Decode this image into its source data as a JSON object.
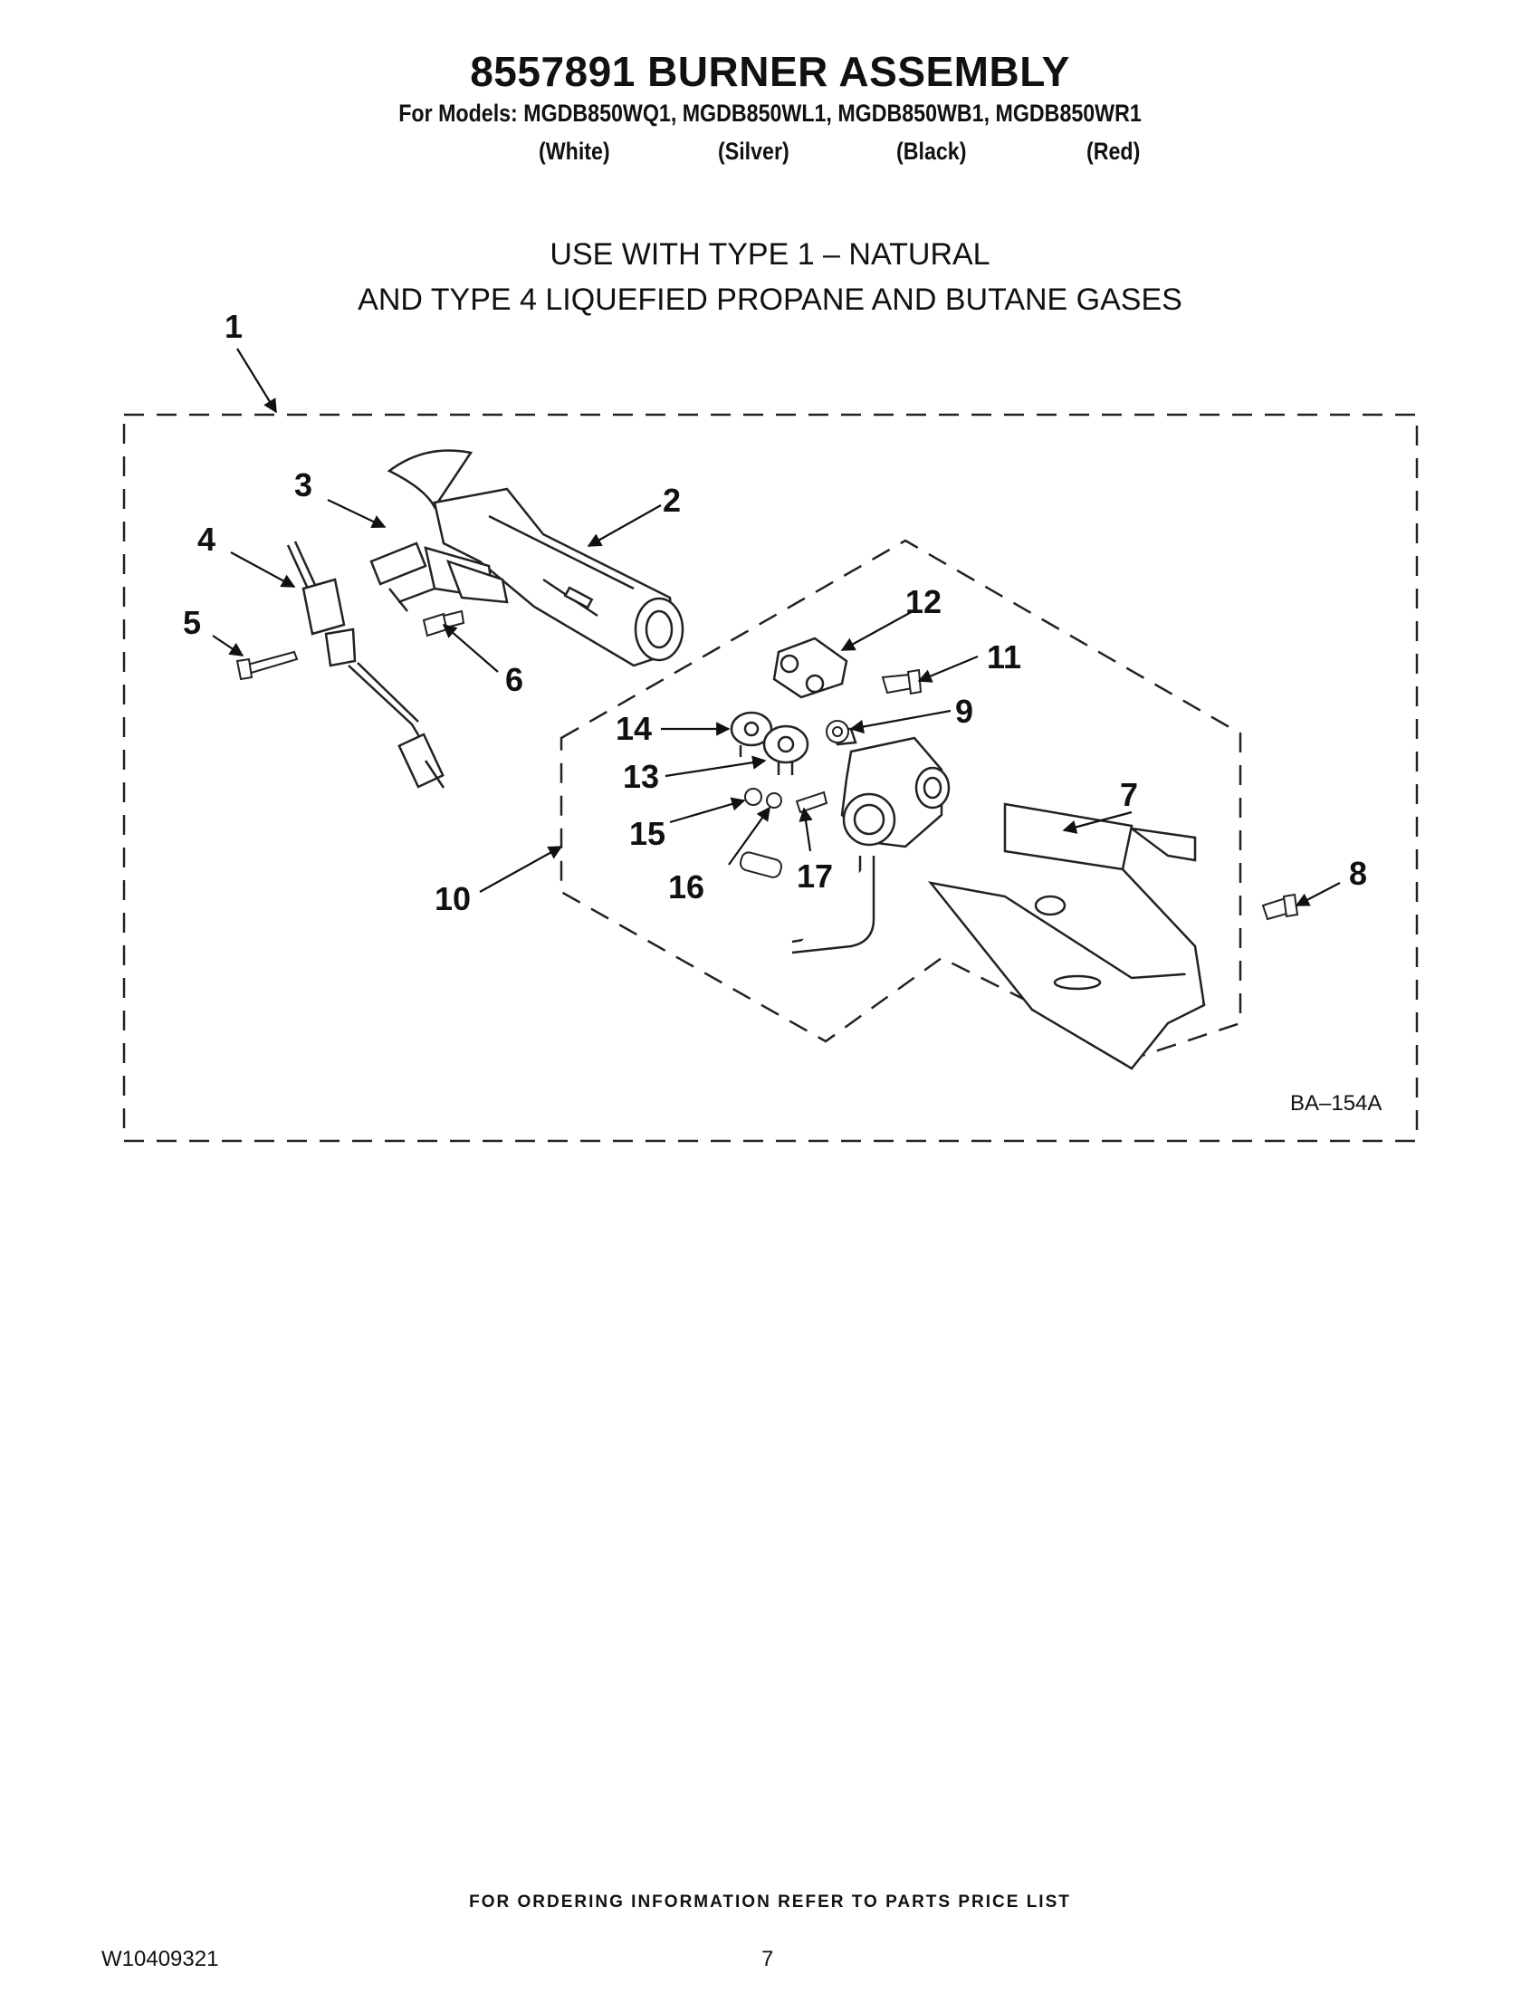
{
  "header": {
    "title": "8557891 BURNER ASSEMBLY",
    "models": "For Models: MGDB850WQ1, MGDB850WL1, MGDB850WB1, MGDB850WR1",
    "colors": [
      "(White)",
      "(Silver)",
      "(Black)",
      "(Red)"
    ]
  },
  "gas_note": {
    "line1": "USE WITH TYPE 1 –  NATURAL",
    "line2": "AND TYPE 4     LIQUEFIED PROPANE AND BUTANE GASES"
  },
  "diagram": {
    "callouts": [
      "1",
      "2",
      "3",
      "4",
      "5",
      "6",
      "7",
      "8",
      "9",
      "10",
      "11",
      "12",
      "13",
      "14",
      "15",
      "16",
      "17"
    ],
    "reference": "BA–154A"
  },
  "footer": {
    "note": "FOR ORDERING INFORMATION REFER TO PARTS PRICE LIST",
    "doc_number": "W10409321",
    "page_number": "7"
  }
}
